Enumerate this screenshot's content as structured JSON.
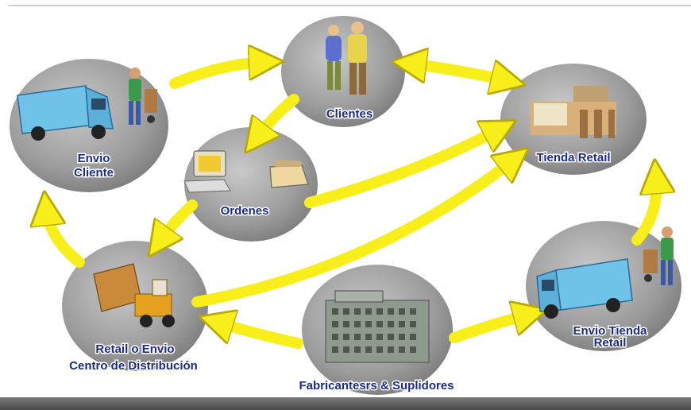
{
  "nodes": {
    "clientes": "Clientes",
    "tienda_retail": "Tienda Retail",
    "envio_cliente_line1": "Envio",
    "envio_cliente_line2": "Cliente",
    "ordenes": "Ordenes",
    "retail_line1": "Retail o Envio",
    "retail_line2": "Centro de Distribución",
    "envio_tienda_line1": "Envio Tienda",
    "envio_tienda_line2": "Retail",
    "fabricantes": "Fabricantesrs & Suplidores"
  },
  "colors": {
    "bubble": "#9a9a9a",
    "arrow": "#f7ee1a",
    "arrow_outline": "#b8a800",
    "label": "#1b2a8a",
    "truck": "#6fc3e8"
  },
  "icons": [
    "people-icon",
    "storefront-icon",
    "delivery-truck-icon",
    "worker-handtruck-icon",
    "computer-icon",
    "telephone-icon",
    "forklift-icon",
    "factory-building-icon"
  ]
}
